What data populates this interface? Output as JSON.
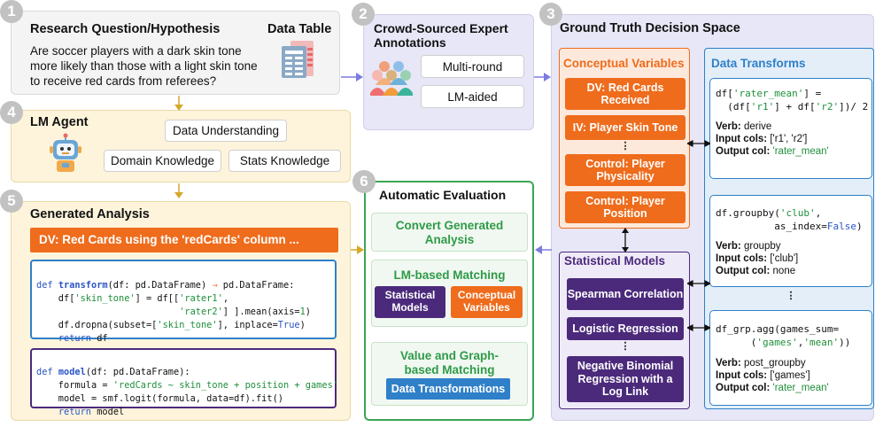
{
  "steps": [
    "1",
    "2",
    "3",
    "4",
    "5",
    "6"
  ],
  "panel1": {
    "title": "Research Question/Hypothesis",
    "data_table_label": "Data Table",
    "question": "Are soccer players with a dark skin tone more likely than those with a light skin tone to receive red cards from referees?"
  },
  "panel2": {
    "title": "Crowd-Sourced Expert Annotations",
    "buttons": [
      "Multi-round",
      "LM-aided"
    ]
  },
  "panel3": {
    "title": "Ground Truth Decision Space",
    "conceptual": {
      "title": "Conceptual Variables",
      "items": [
        "DV: Red Cards Received",
        "IV: Player Skin Tone",
        "Control: Player Physicality",
        "Control: Player Position"
      ]
    },
    "statistical": {
      "title": "Statistical Models",
      "items": [
        "Spearman Correlation",
        "Logistic Regression",
        "Negative Binomial Regression with a Log Link"
      ]
    },
    "transforms": {
      "title": "Data Transforms",
      "card1": {
        "code": [
          "df['rater_mean'] =",
          "  (df['r1'] + df['r2'])/ 2"
        ],
        "verb_label": "Verb:",
        "verb": "derive",
        "input_label": "Input cols:",
        "input": "['r1', 'r2']",
        "output_label": "Output col:",
        "output": "'rater_mean'"
      },
      "card2": {
        "code": [
          "df.groupby('club',",
          "          as_index=False)"
        ],
        "verb_label": "Verb:",
        "verb": "groupby",
        "input_label": "Input cols:",
        "input": "['club']",
        "output_label": "Output col:",
        "output": "none"
      },
      "card3": {
        "code": [
          "df_grp.agg(games_sum=",
          "      ('games','mean'))"
        ],
        "verb_label": "Verb:",
        "verb": "post_groupby",
        "input_label": "Input cols:",
        "input": "['games']",
        "output_label": "Output col:",
        "output": "'rater_mean'"
      }
    }
  },
  "panel4": {
    "title": "LM Agent",
    "boxes": [
      "Data Understanding",
      "Domain Knowledge",
      "Stats Knowledge"
    ]
  },
  "panel5": {
    "title": "Generated Analysis",
    "dv_banner": "DV: Red Cards using the 'redCards' column ...",
    "transform_code": [
      "def transform(df: pd.DataFrame) → pd.DataFrame:",
      "    df['skin_tone'] = df[['rater1',",
      "                          'rater2'] ].mean(axis=1)",
      "    df.dropna(subset=['skin_tone'], inplace=True)",
      "    return df"
    ],
    "model_code": [
      "def model(df: pd.DataFrame):",
      "    formula = 'redCards ~ skin_tone + position + games'",
      "    model = smf.logit(formula, data=df).fit()",
      "    return model"
    ]
  },
  "panel6": {
    "title": "Automatic Evaluation",
    "convert": "Convert Generated Analysis",
    "lm_matching": "LM-based Matching",
    "lm_items": [
      "Statistical Models",
      "Conceptual Variables"
    ],
    "value_matching": "Value and Graph-based Matching",
    "data_transformations": "Data Transformations"
  },
  "colors": {
    "orange": "#ee6c1c",
    "purple": "#4b2a7b",
    "blue": "#2f80c8",
    "green": "#3aa655",
    "lavender": "#e7e7f7",
    "cream": "#fdf4db"
  }
}
